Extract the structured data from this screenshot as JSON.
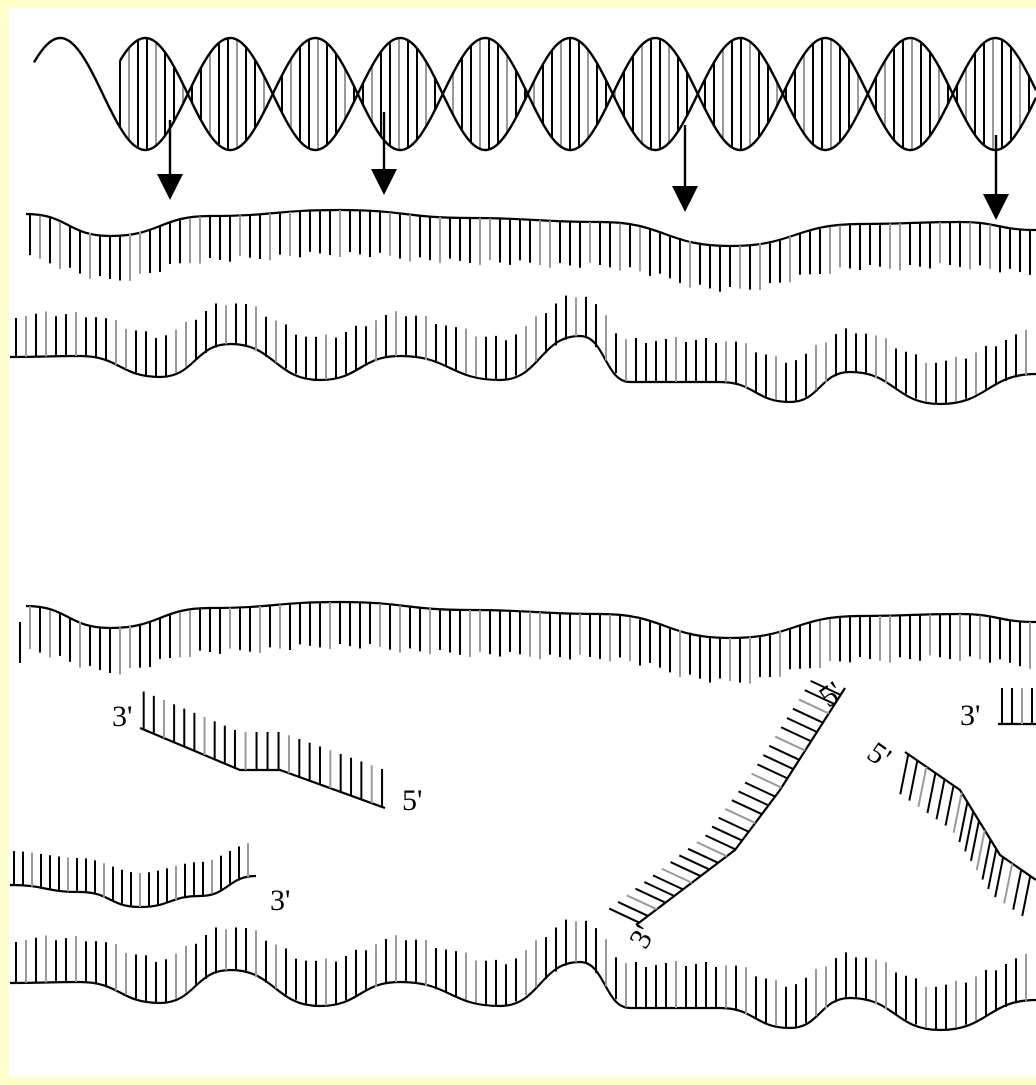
{
  "colors": {
    "border": "#ffffcc",
    "background": "#ffffff",
    "ink": "#000000",
    "rung_light": "#9a9a9a"
  },
  "labels": {
    "frag_left_3": "3'",
    "frag_left_5": "5'",
    "frag_diag_5": "5'",
    "frag_diag_3": "3'",
    "frag_right_3": "3'",
    "frag_right_5": "5'",
    "lower_left_3": "3'"
  },
  "icons": [
    "cut-arrow-icon"
  ]
}
